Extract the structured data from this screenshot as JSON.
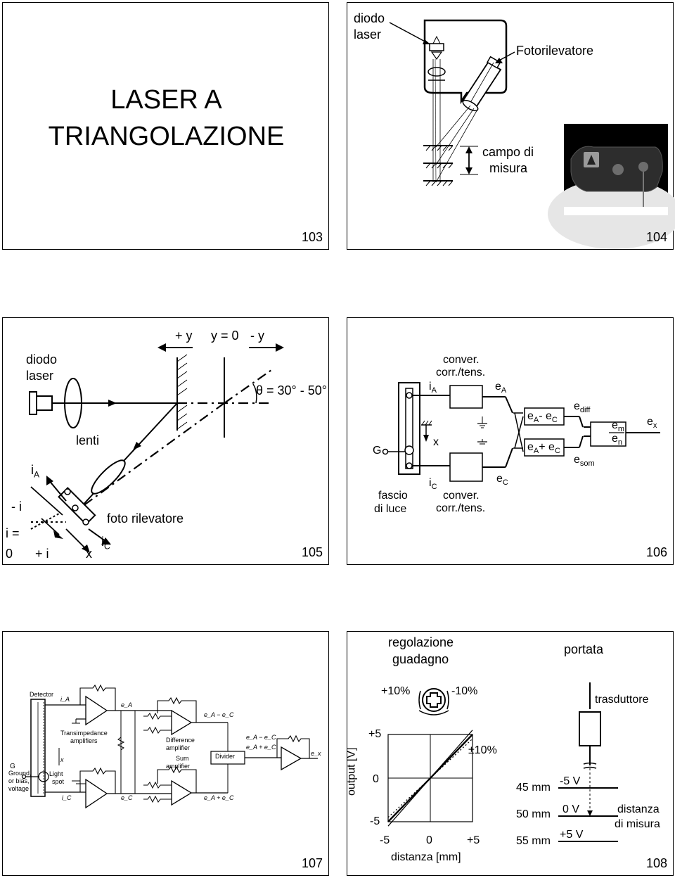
{
  "slides": {
    "s103": {
      "title_line1": "LASER A",
      "title_line2": "TRIANGOLAZIONE",
      "page": "103"
    },
    "s104": {
      "label_diode": "diodo\nlaser",
      "label_diode_l1": "diodo",
      "label_diode_l2": "laser",
      "label_detector": "Fotorilevatore",
      "label_range_l1": "campo di",
      "label_range_l2": "misura",
      "page": "104"
    },
    "s105": {
      "diode_l1": "diodo",
      "diode_l2": "laser",
      "lenses": "lenti",
      "plus_y": "+ y",
      "y_zero": "y = 0",
      "minus_y": "- y",
      "theta": "θ = 30° - 50°",
      "ia": "i",
      "ia_sub": "A",
      "minus_i": "- i",
      "i_eq": "i =",
      "zero": "0",
      "plus_i": "+ i",
      "x": "x",
      "ic": "i",
      "ic_sub": "C",
      "photodetector": "foto rilevatore",
      "page": "105"
    },
    "s106": {
      "conv_top_l1": "conver.",
      "conv_top_l2": "corr./tens.",
      "ia": "i",
      "ia_sub": "A",
      "ea": "e",
      "ea_sub": "A",
      "G": "G",
      "x": "x",
      "light_l1": "fascio",
      "light_l2": "di luce",
      "ic": "i",
      "ic_sub": "C",
      "conv_bot_l1": "conver.",
      "conv_bot_l2": "corr./tens.",
      "ec": "e",
      "ec_sub": "C",
      "diff_box": "e",
      "diff_box_sub1": "A",
      "diff_box_mid": "- e",
      "diff_box_sub2": "C",
      "sum_box": "e",
      "sum_box_sub1": "A",
      "sum_box_mid": "+ e",
      "sum_box_sub2": "C",
      "ediff": "e",
      "ediff_sub": "diff",
      "esom": "e",
      "esom_sub": "som",
      "em": "e",
      "em_sub": "m",
      "en": "e",
      "en_sub": "n",
      "ex": "e",
      "ex_sub": "x",
      "page": "106"
    },
    "s107": {
      "detector": "Detector",
      "transimpedance_l1": "Transimpedance",
      "transimpedance_l2": "amplifiers",
      "difference_l1": "Difference",
      "difference_l2": "amplifier",
      "sum_l1": "Sum",
      "sum_l2": "amplifier",
      "divider": "Divider",
      "ground_l1": "Ground,",
      "ground_l2": "or bias,",
      "ground_l3": "voltage",
      "G": "G",
      "light_l1": "Light",
      "light_l2": "spot",
      "x": "x",
      "ia": "i_A",
      "ic": "i_C",
      "ea": "e_A",
      "ec": "e_C",
      "ea_minus_ec": "e_A − e_C",
      "ea_plus_ec": "e_A + e_C",
      "ex": "e_x",
      "page": "107"
    },
    "s108": {
      "gain_l1": "regolazione",
      "gain_l2": "guadagno",
      "range": "portata",
      "plus10": "+10%",
      "minus10": "-10%",
      "transducer": "trasduttore",
      "plus_minus_10": "±10%",
      "y_axis": "output  [V]",
      "y_p5": "+5",
      "y_0": "0",
      "y_m5": "-5",
      "x_m5": "-5",
      "x_0": "0",
      "x_p5": "+5",
      "x_axis": "distanza  [mm]",
      "mm45": "45 mm",
      "mm50": "50 mm",
      "mm55": "55 mm",
      "vm5": "-5 V",
      "v0": "0 V",
      "vp5": "+5 V",
      "dist_l1": "distanza",
      "dist_l2": "di misura",
      "page": "108"
    }
  },
  "chart_data": {
    "type": "line",
    "title": "",
    "xlabel": "distanza  [mm]",
    "ylabel": "output  [V]",
    "xlim": [
      -5,
      5
    ],
    "ylim": [
      -5,
      5
    ],
    "x_ticks": [
      "-5",
      "0",
      "+5"
    ],
    "y_ticks": [
      "+5",
      "0",
      "-5"
    ],
    "annotation": "±10%",
    "series": [
      {
        "x": [
          -5,
          5
        ],
        "y": [
          -5,
          5
        ]
      },
      {
        "x": [
          -5,
          5
        ],
        "y": [
          -5.5,
          5.5
        ]
      },
      {
        "x": [
          -5,
          5
        ],
        "y": [
          -4.5,
          4.5
        ]
      }
    ]
  }
}
